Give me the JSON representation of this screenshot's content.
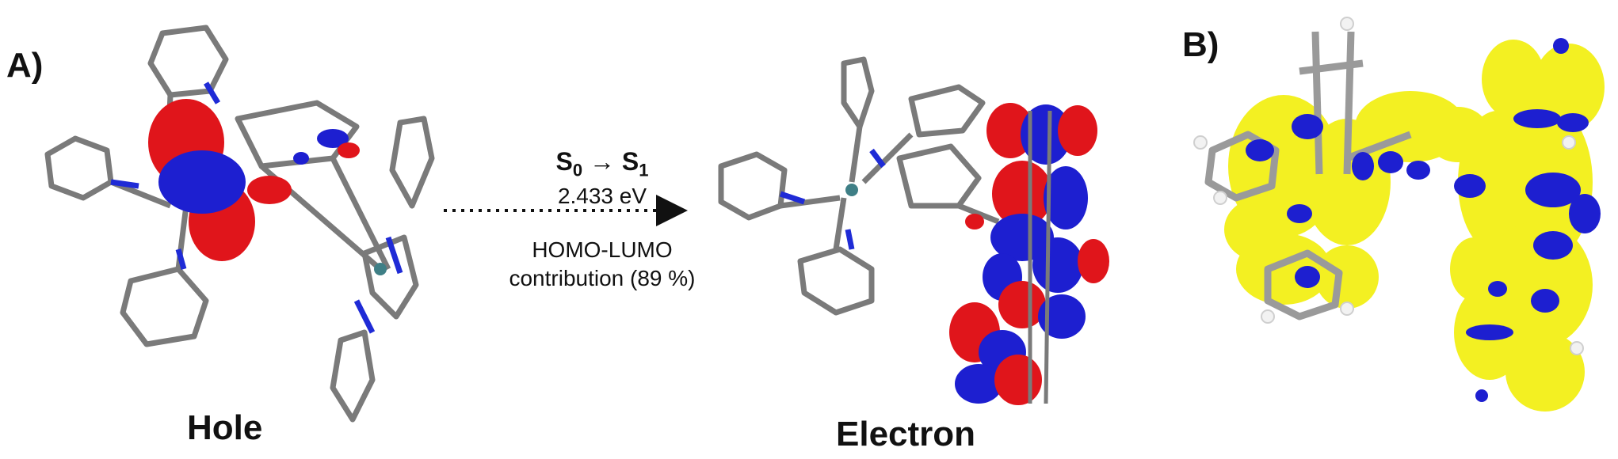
{
  "panels": {
    "a_label": "A)",
    "b_label": "B)"
  },
  "captions": {
    "hole": "Hole",
    "electron": "Electron"
  },
  "transition": {
    "from": "S",
    "from_sub": "0",
    "arrow": "→",
    "to": "S",
    "to_sub": "1",
    "energy": "2.433 eV",
    "contribution_line1": "HOMO-LUMO",
    "contribution_line2": "contribution (89 %)"
  },
  "colors": {
    "bond": "#7a7a7a",
    "nitrogen": "#1f2bd6",
    "metal": "#3f7f86",
    "lobe_red": "#e0151b",
    "lobe_blue": "#1d1fd0",
    "lobe_yellow": "#f3f022",
    "hydrogen": "#f2f2f2"
  }
}
